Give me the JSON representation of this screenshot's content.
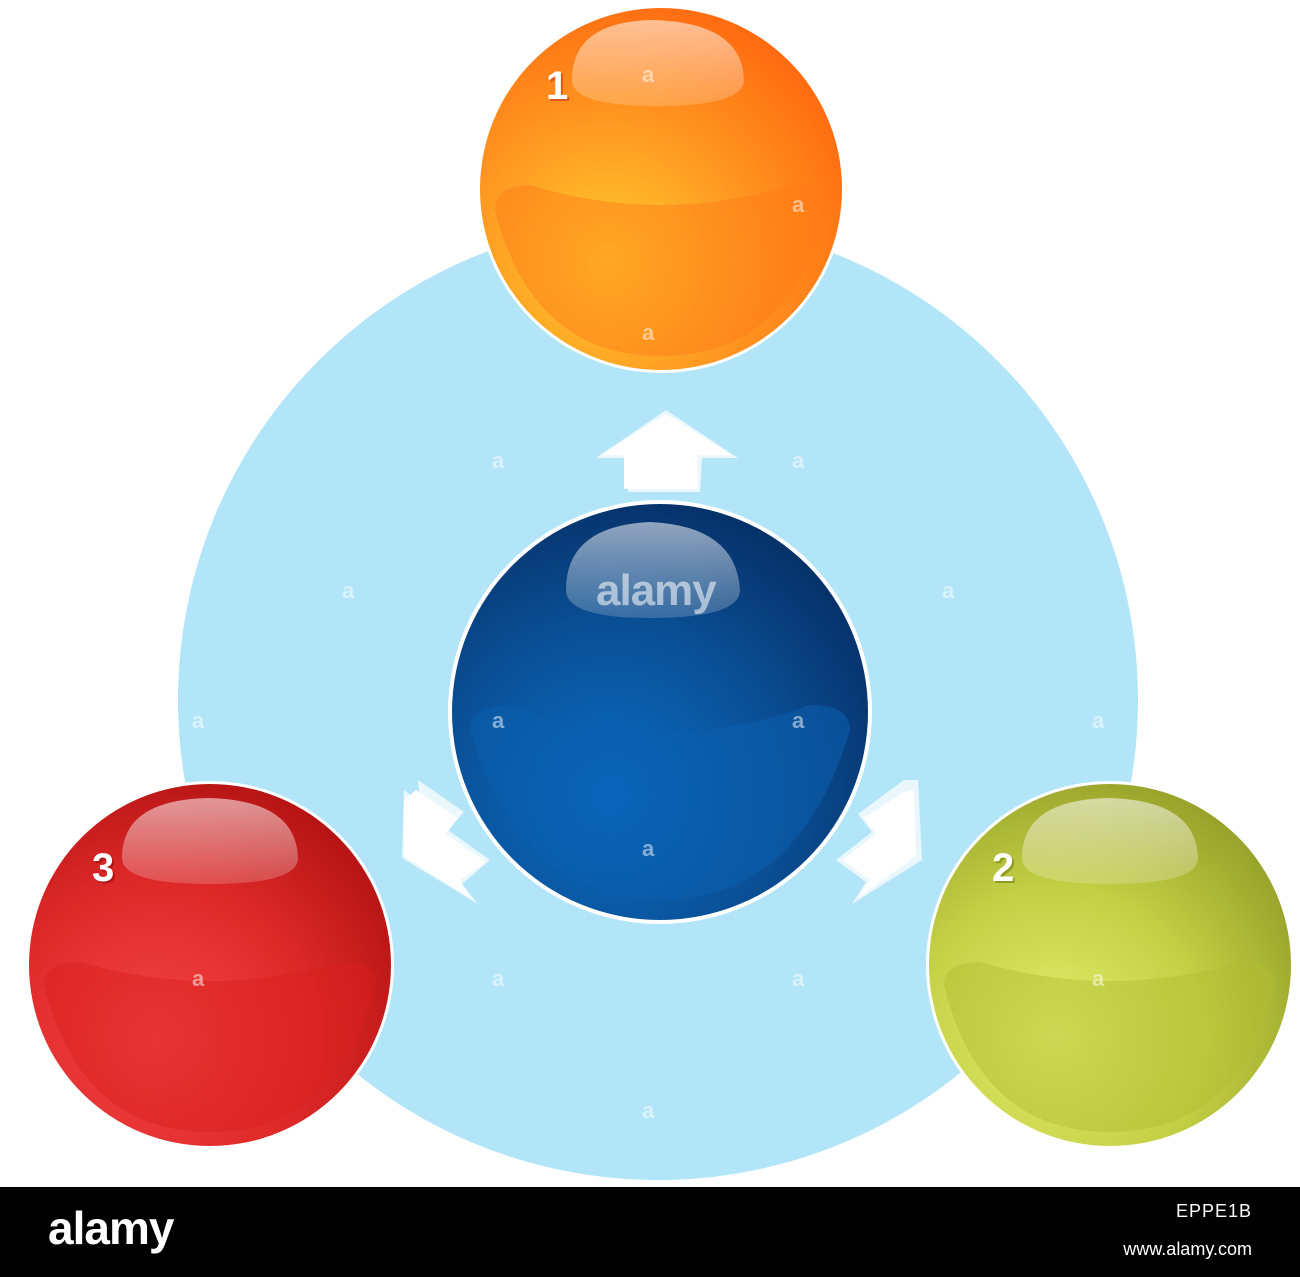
{
  "diagram": {
    "nodes": [
      {
        "id": "center",
        "label": "",
        "color": "#0a4f95"
      },
      {
        "id": "node-1",
        "number": "1",
        "color": "#ff8a1e"
      },
      {
        "id": "node-2",
        "number": "2",
        "color": "#b9c43b"
      },
      {
        "id": "node-3",
        "number": "3",
        "color": "#e0262a"
      }
    ],
    "background_circle_color": "#b3e5f9",
    "arrow_color": "#ffffff"
  },
  "watermark": {
    "center_text": "alamy",
    "small_mark": "a"
  },
  "footer": {
    "logo": "alamy",
    "image_id": "EPPE1B",
    "url": "www.alamy.com"
  }
}
